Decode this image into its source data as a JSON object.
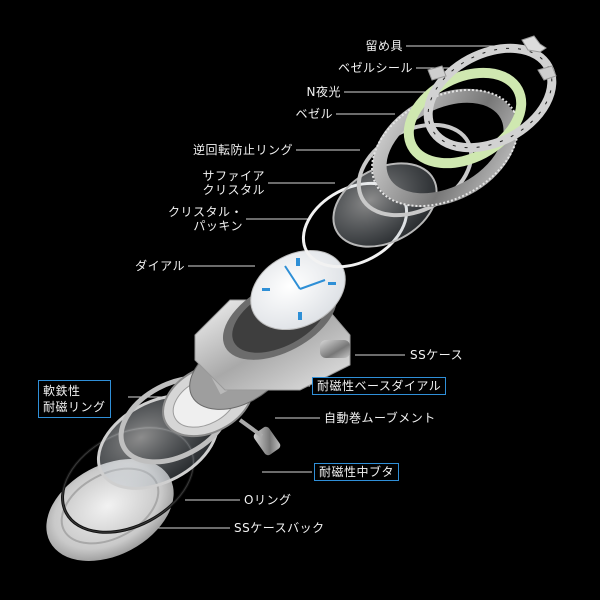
{
  "labels": {
    "clasp": "留め具",
    "bezel_seal": "ベゼルシール",
    "lume": "N夜光",
    "bezel": "ベゼル",
    "anti_rotation_ring": "逆回転防止リング",
    "sapphire_l1": "サファイア",
    "sapphire_l2": "クリスタル",
    "crystal_gasket_l1": "クリスタル・",
    "crystal_gasket_l2": "パッキン",
    "dial": "ダイアル",
    "ss_case": "SSケース",
    "antimag_base_dial": "耐磁性ベースダイアル",
    "soft_iron_l1": "軟鉄性",
    "soft_iron_l2": "耐磁リング",
    "auto_movement": "自動巻ムーブメント",
    "antimag_inner_lid": "耐磁性中ブタ",
    "o_ring": "Oリング",
    "ss_caseback": "SSケースバック"
  },
  "colors": {
    "background": "#000000",
    "text": "#f2f2f2",
    "leader": "#d9d9d9",
    "highlight_border": "#2f8fd8",
    "lume": "#cfe8b0",
    "dial_blue": "#2e8fd6"
  }
}
